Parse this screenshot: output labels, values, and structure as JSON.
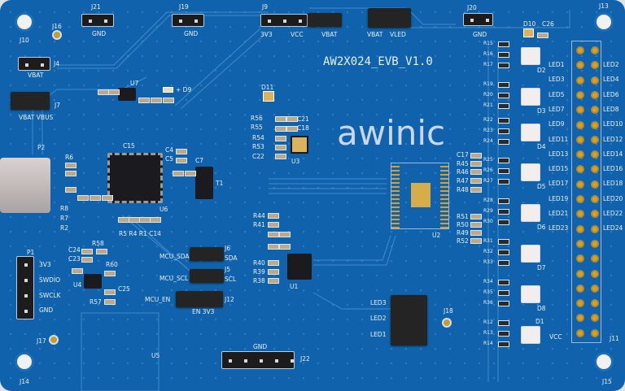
{
  "board": {
    "title": "AW2X024_EVB_V1.0",
    "logo": "awinic"
  },
  "silk": {
    "J21": "J21",
    "GND1": "GND",
    "J19": "J19",
    "GND2": "GND",
    "J9": "J9",
    "V3V3a": "3V3",
    "VCCa": "VCC",
    "VBATa": "VBAT",
    "VBATb": "VBAT",
    "VLED": "VLED",
    "J20": "J20",
    "GND3": "GND",
    "J13": "J13",
    "J10": "J10",
    "J16": "J16",
    "J4": "J4",
    "VBATc": "VBAT",
    "J7": "J7",
    "VBATVBUS": "VBAT VBUS",
    "U7": "U7",
    "D9": "+ D9",
    "D11": "D11",
    "R56": "R56",
    "R55": "R55",
    "R54": "R54",
    "R53": "R53",
    "C22": "C22",
    "C21": "C21",
    "C18": "C18",
    "U3": "U3",
    "C15": "C15",
    "C4": "C4",
    "C5": "C5",
    "C7": "C7",
    "T1": "T1",
    "P2": "P2",
    "R6": "R6",
    "R8": "R8",
    "R7": "R7",
    "R2": "R2",
    "U6": "U6",
    "R5R4": "R5 R4 R1 C14",
    "D10": "D10",
    "C26": "C26",
    "D2": "D2",
    "D3": "D3",
    "D4": "D4",
    "D5": "D5",
    "D6": "D6",
    "D7": "D7",
    "D8": "D8",
    "D1": "D1",
    "VCCb": "VCC",
    "R15": "R15",
    "R16": "R16",
    "R17": "R17",
    "R19": "R19",
    "R20": "R20",
    "R21": "R21",
    "R22": "R22",
    "R23": "R23",
    "R24": "R24",
    "R25": "R25",
    "R26": "R26",
    "R27": "R27",
    "R28": "R28",
    "R29": "R29",
    "R30": "R30",
    "R31": "R31",
    "R32": "R32",
    "R33": "R33",
    "R34": "R34",
    "R35": "R35",
    "R36": "R36",
    "R12": "R12",
    "R13": "R13",
    "R14": "R14",
    "C17": "C17",
    "R45": "R45",
    "R46": "R46",
    "R47": "R47",
    "R48": "R48",
    "R51": "R51",
    "R50": "R50",
    "R49": "R49",
    "R52": "R52",
    "U2": "U2",
    "J11": "J11",
    "J15": "J15",
    "J14": "J14",
    "J17": "J17",
    "J18": "J18",
    "P1": "P1",
    "V3V3b": "3V3",
    "SWDIO": "SWDIO",
    "SWCLK": "SWCLK",
    "GND4": "GND",
    "C24": "C24",
    "C23": "C23",
    "R58": "R58",
    "R60": "R60",
    "U4": "U4",
    "R57": "R57",
    "C25": "C25",
    "MCU_SDA": "MCU_SDA",
    "J6": "J6",
    "SDA": "SDA",
    "MCU_SCL": "MCU_SCL",
    "J5": "J5",
    "SCL": "SCL",
    "MCU_EN": "MCU_EN",
    "J12": "J12",
    "EN3V3": "EN  3V3",
    "U5": "U5",
    "GND5": "GND",
    "J22": "J22",
    "R44": "R44",
    "R41": "R41",
    "R40": "R40",
    "R39": "R39",
    "R38": "R38",
    "U1": "U1",
    "LED3j": "LED3",
    "LED2j": "LED2",
    "LED1j": "LED1"
  },
  "header_labels": {
    "left": [
      "LED1",
      "LED3",
      "LED5",
      "LED7",
      "LED9",
      "LED11",
      "LED13",
      "LED15",
      "LED17",
      "LED19",
      "LED21",
      "LED23"
    ],
    "right": [
      "LED2",
      "LED4",
      "LED6",
      "LED8",
      "LED10",
      "LED12",
      "LED14",
      "LED16",
      "LED18",
      "LED20",
      "LED22",
      "LED24"
    ]
  },
  "colors": {
    "pcb": "#0f62ab",
    "silkscreen": "#e9f0f7",
    "gold": "#c99a2e"
  }
}
